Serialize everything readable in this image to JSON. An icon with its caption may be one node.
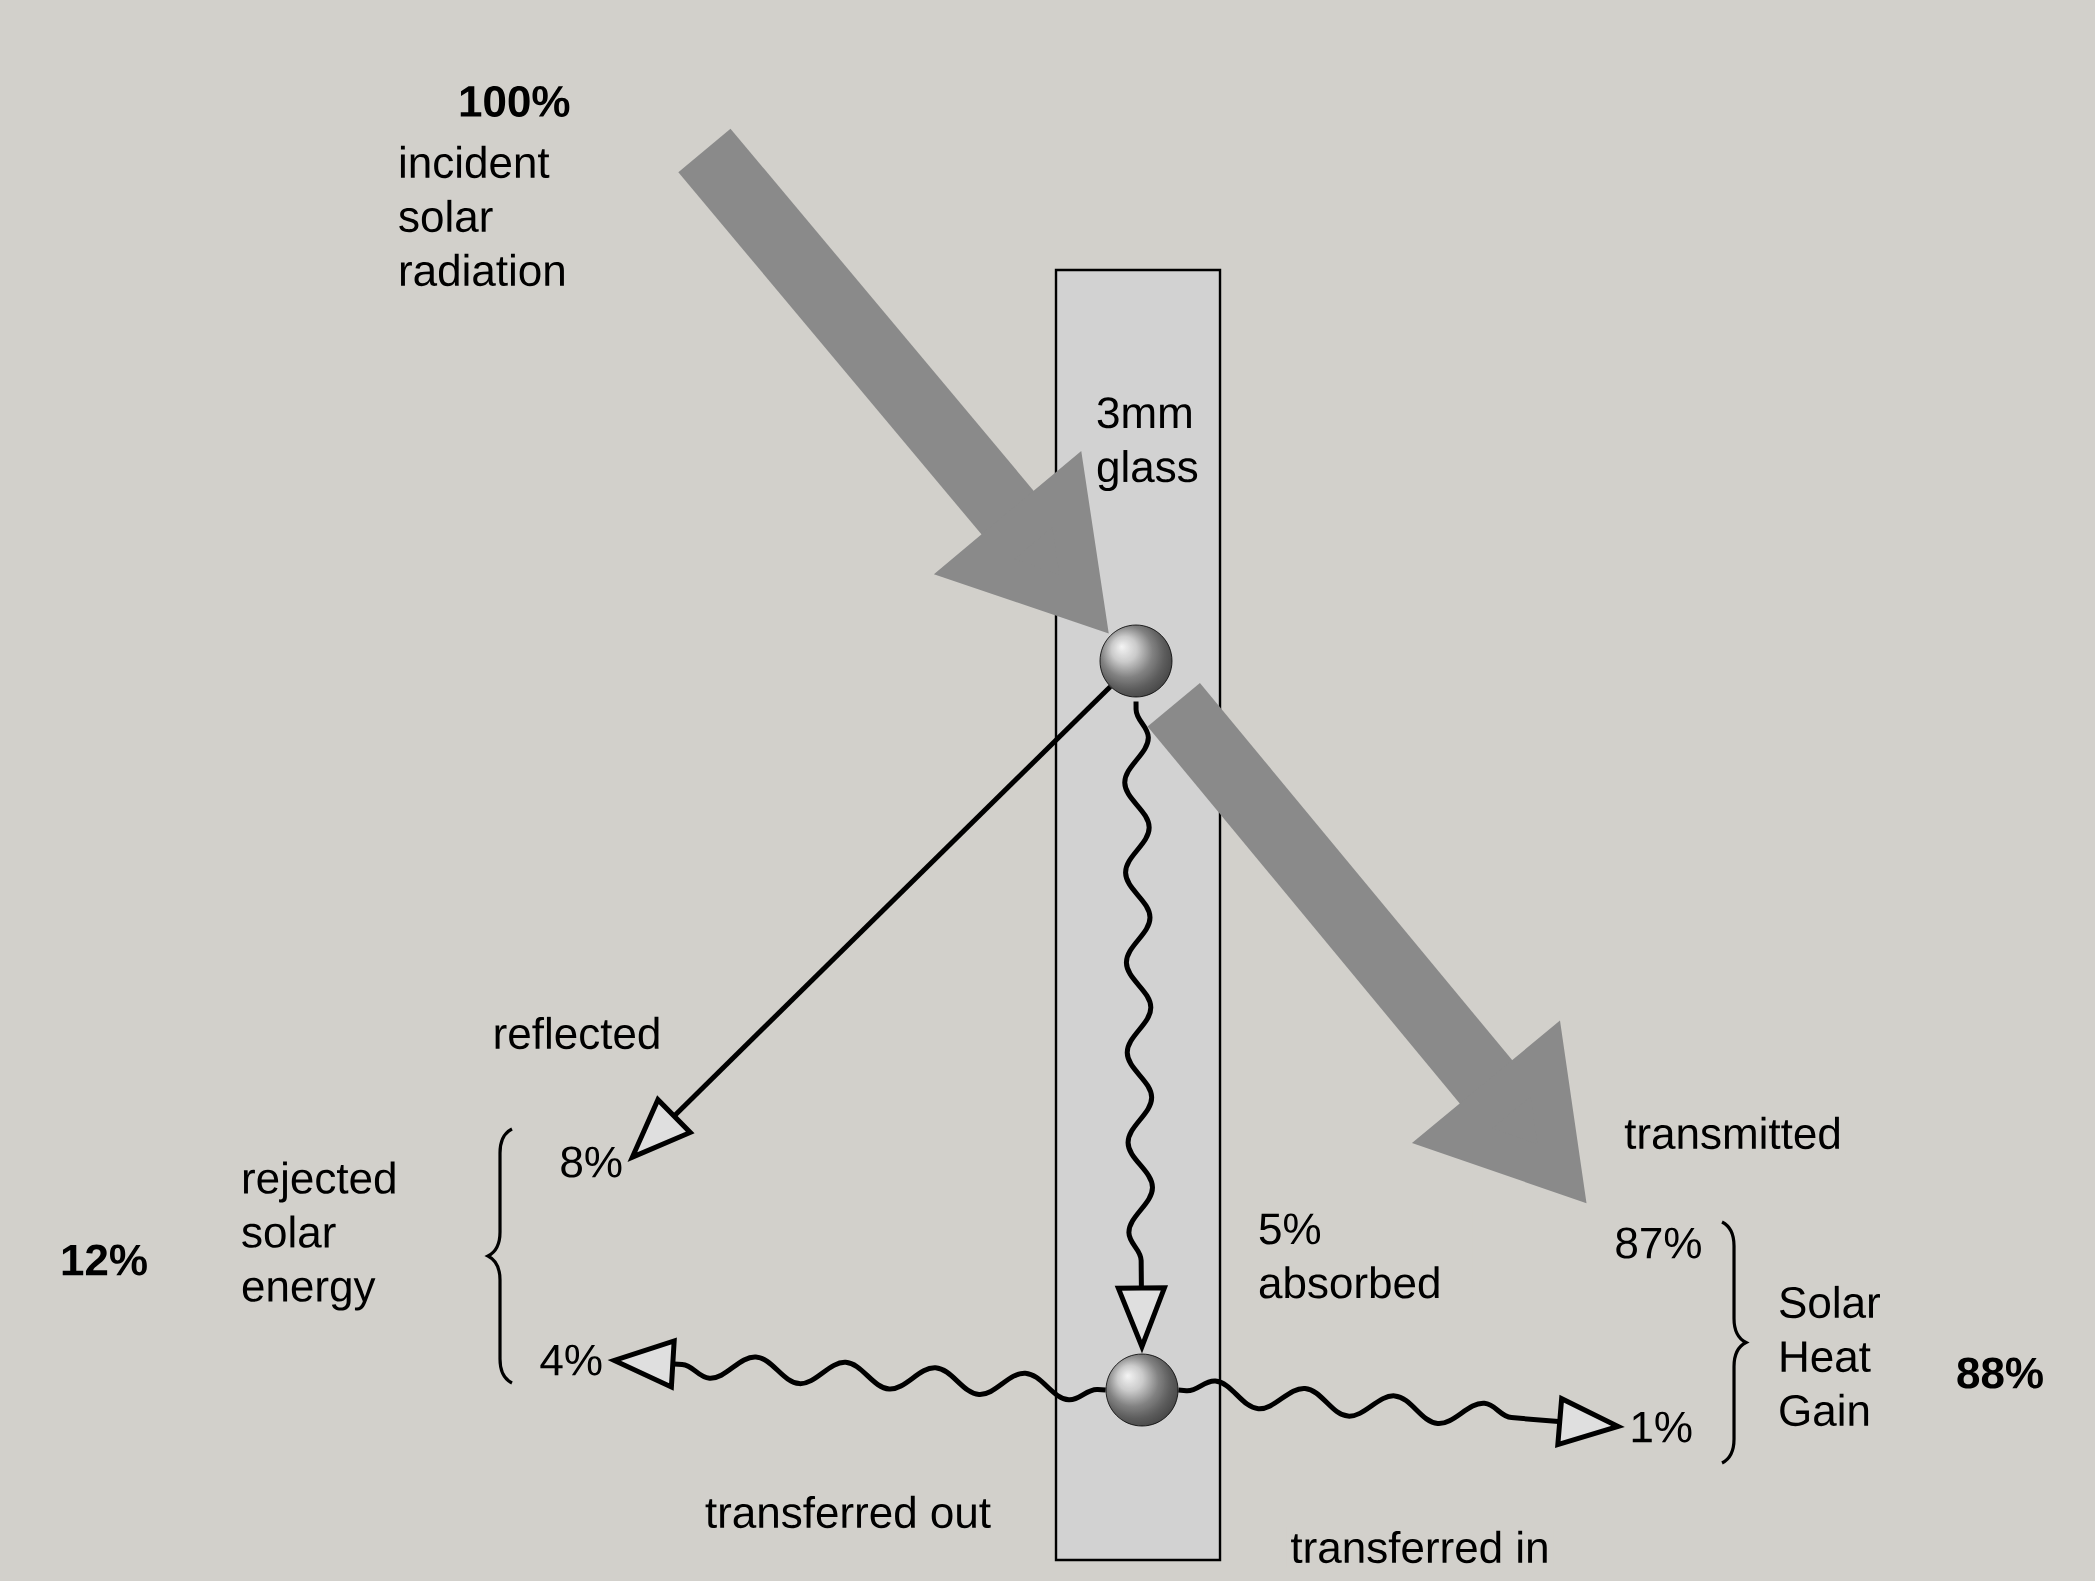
{
  "diagram": {
    "nodes": [
      {
        "text": [
          "incident solar radiation"
        ],
        "beside": [
          "100%"
        ]
      },
      {
        "text": [
          "3mm glass"
        ]
      },
      {
        "text": [],
        "shape": "circle",
        "in": 1
      },
      {
        "text": [],
        "shape": "circle",
        "in": 1
      },
      {
        "text": [
          "8%"
        ]
      },
      {
        "text": [
          "87%"
        ]
      },
      {
        "text": [
          "4%"
        ]
      },
      {
        "text": [
          "1%"
        ]
      }
    ],
    "edges": [
      {
        "from": 0,
        "to": 2,
        "arrow": "to",
        "style": "thick",
        "color": "#8a8a8a"
      },
      {
        "from": 2,
        "to": 4,
        "arrow": "to",
        "label": "reflected"
      },
      {
        "from": 2,
        "to": 5,
        "arrow": "to",
        "label": "transmitted",
        "style": "thick",
        "color": "#8a8a8a"
      },
      {
        "from": 2,
        "to": 3,
        "arrow": "to",
        "label": "5% absorbed"
      },
      {
        "from": 3,
        "to": 6,
        "arrow": "to",
        "label": "transferred out"
      },
      {
        "from": 3,
        "to": 7,
        "arrow": "to",
        "label": "transferred in"
      }
    ],
    "labels": [
      "rejected solar energy",
      "12%",
      "Solar Heat Gain",
      "88%"
    ]
  }
}
